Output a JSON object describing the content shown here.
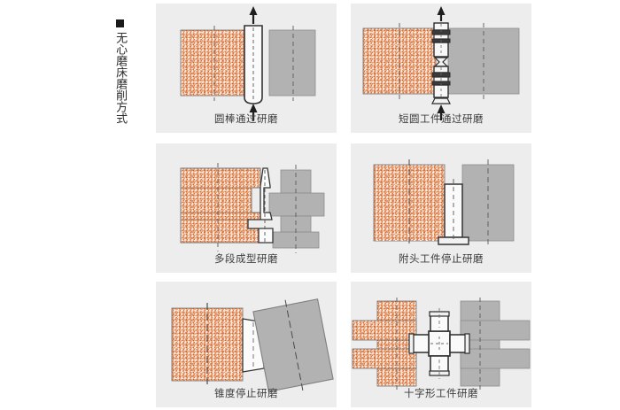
{
  "title": {
    "bullet": "■",
    "text": "无心磨床磨削方式",
    "chars": [
      "无",
      "心",
      "磨",
      "床",
      "磨",
      "削",
      "方",
      "式"
    ]
  },
  "colors": {
    "page_background": "#ffffff",
    "panel_background": "#ededed",
    "grinding_wheel_base": "#e8a87c",
    "grinding_wheel_speckle_light": "#f7e3d4",
    "grinding_wheel_speckle_dark": "#d2693a",
    "regulating_wheel": "#b2b2b2",
    "workpiece_fill": "#fafafa",
    "outline": "#3a3a3a",
    "centerline": "#555555",
    "caption_text": "#3d3d3d",
    "title_text": "#2b2b2b"
  },
  "panels": [
    {
      "id": "p1",
      "caption": "圆棒通过研磨",
      "workpiece": "长圆棒",
      "grinding_wheel": "砂轮",
      "regulating_wheel": "调整轮",
      "arrows": [
        "up-top",
        "up-bottom"
      ]
    },
    {
      "id": "p2",
      "caption": "短圆工件通过研磨",
      "workpiece": "短圆工件",
      "grinding_wheel": "砂轮",
      "regulating_wheel": "调整轮",
      "arrows": [
        "up-top",
        "up-bottom"
      ]
    },
    {
      "id": "p3",
      "caption": "多段成型研磨",
      "workpiece": "多段成型件",
      "grinding_wheel": "成型砂轮",
      "regulating_wheel": "阶梯调整轮",
      "arrows": []
    },
    {
      "id": "p4",
      "caption": "附头工件停止研磨",
      "workpiece": "附头工件",
      "grinding_wheel": "砂轮",
      "regulating_wheel": "调整轮",
      "arrows": []
    },
    {
      "id": "p5",
      "caption": "锥度停止研磨",
      "workpiece": "锥度工件",
      "grinding_wheel": "砂轮",
      "regulating_wheel": "倾斜调整轮",
      "arrows": []
    },
    {
      "id": "p6",
      "caption": "十字形工件研磨",
      "workpiece": "十字形工件",
      "grinding_wheel": "砂轮",
      "regulating_wheel": "调整轮",
      "arrows": []
    }
  ]
}
